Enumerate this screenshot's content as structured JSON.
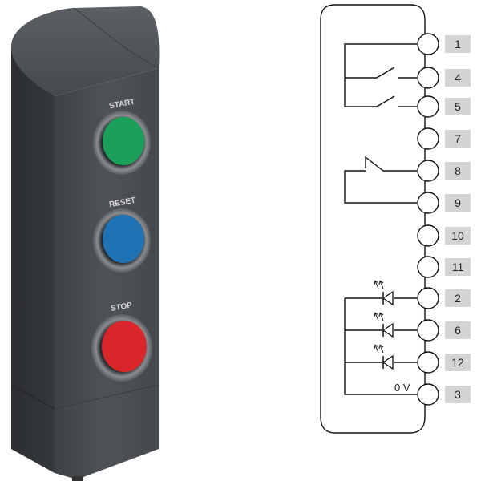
{
  "device": {
    "buttons": [
      {
        "label": "START",
        "color": "#1aa05a"
      },
      {
        "label": "RESET",
        "color": "#1f73b5"
      },
      {
        "label": "STOP",
        "color": "#d8262b"
      }
    ],
    "body_color": "#4b4e52"
  },
  "wiring": {
    "terminals": [
      "1",
      "4",
      "5",
      "7",
      "8",
      "9",
      "10",
      "11",
      "2",
      "6",
      "12",
      "3"
    ],
    "zero_volt_label": "0 V",
    "number_box_color": "#d4d4d4"
  }
}
